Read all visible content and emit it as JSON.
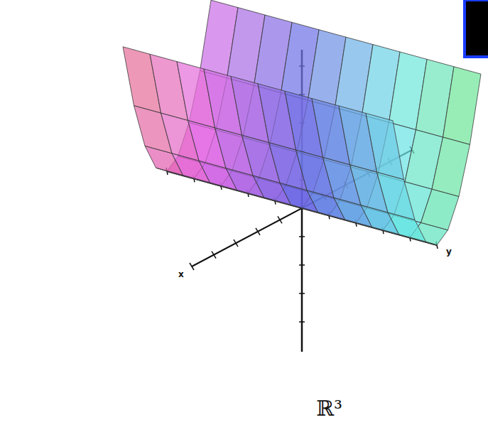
{
  "diagram": {
    "labels": [
      "x",
      "y",
      "ℝ³"
    ]
  }
}
